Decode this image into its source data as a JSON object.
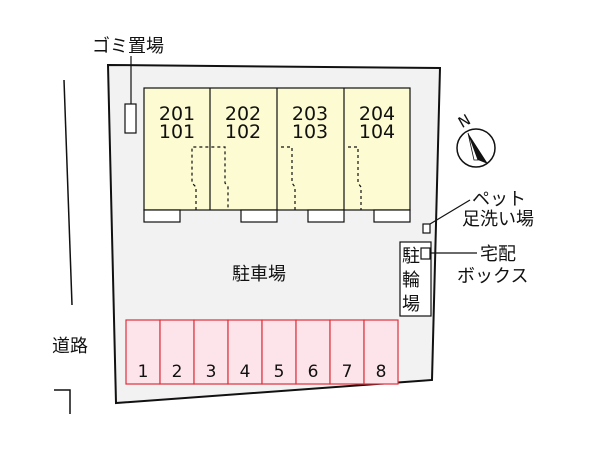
{
  "labels": {
    "garbage": "ゴミ置場",
    "parking": "駐車場",
    "road": "道路",
    "pet_wash_1": "ペット",
    "pet_wash_2": "足洗い場",
    "delivery_1": "宅配",
    "delivery_2": "ボックス",
    "bike_1": "駐",
    "bike_2": "輪",
    "bike_3": "場",
    "compass": "N"
  },
  "units": [
    {
      "upper": "201",
      "lower": "101"
    },
    {
      "upper": "202",
      "lower": "102"
    },
    {
      "upper": "203",
      "lower": "103"
    },
    {
      "upper": "204",
      "lower": "104"
    }
  ],
  "parking_spaces": [
    "1",
    "2",
    "3",
    "4",
    "5",
    "6",
    "7",
    "8"
  ],
  "colors": {
    "building": "#fcfbd2",
    "lot": "#f2f2f2",
    "parking_fill": "#fce4ea",
    "parking_stroke": "#e0303a"
  }
}
